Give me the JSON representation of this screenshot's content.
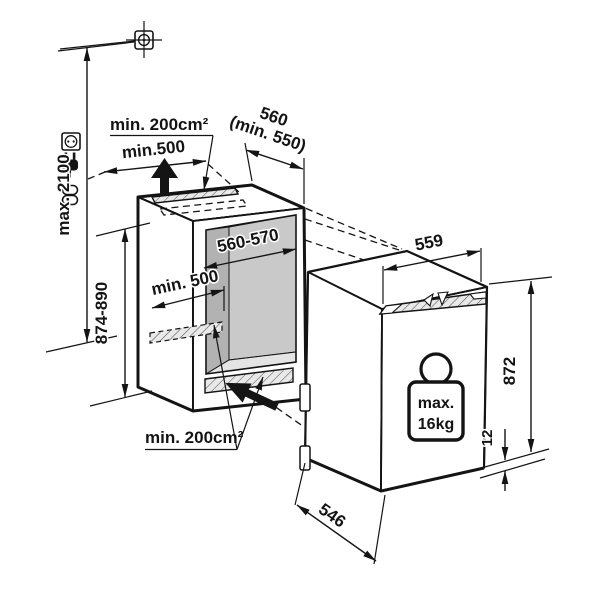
{
  "diagram": {
    "title": "built-in refrigerator installation dimensions",
    "labels": {
      "max_overall_height": "max. 2100",
      "top_air_vent": "min. 200cm²",
      "top_duct_width": "min.500",
      "niche_depth": "560",
      "niche_depth_min": "(min. 550)",
      "niche_width": "560-570",
      "bottom_duct_width": "min. 500",
      "niche_height": "874-890",
      "appliance_width": "559",
      "appliance_height": "872",
      "bottom_clearance": "12",
      "appliance_depth": "546",
      "bottom_air_vent": "min. 200cm²",
      "max_door_weight_line1": "max.",
      "max_door_weight_line2": "16kg"
    },
    "colors": {
      "line": "#141414",
      "background": "#ffffff",
      "niche_back_wall": "#c9c9c9",
      "niche_side_wall": "#b2b2b2",
      "niche_floor": "#e4e4e4",
      "vent_hatch_bg": "#e9e9e9"
    },
    "icons": [
      "crosshair-marker-icon",
      "power-socket-icon",
      "power-plug-icon",
      "plug-cable-icon",
      "airflow-up-arrow-icon",
      "airflow-in-arrow-icon",
      "weight-icon"
    ]
  }
}
